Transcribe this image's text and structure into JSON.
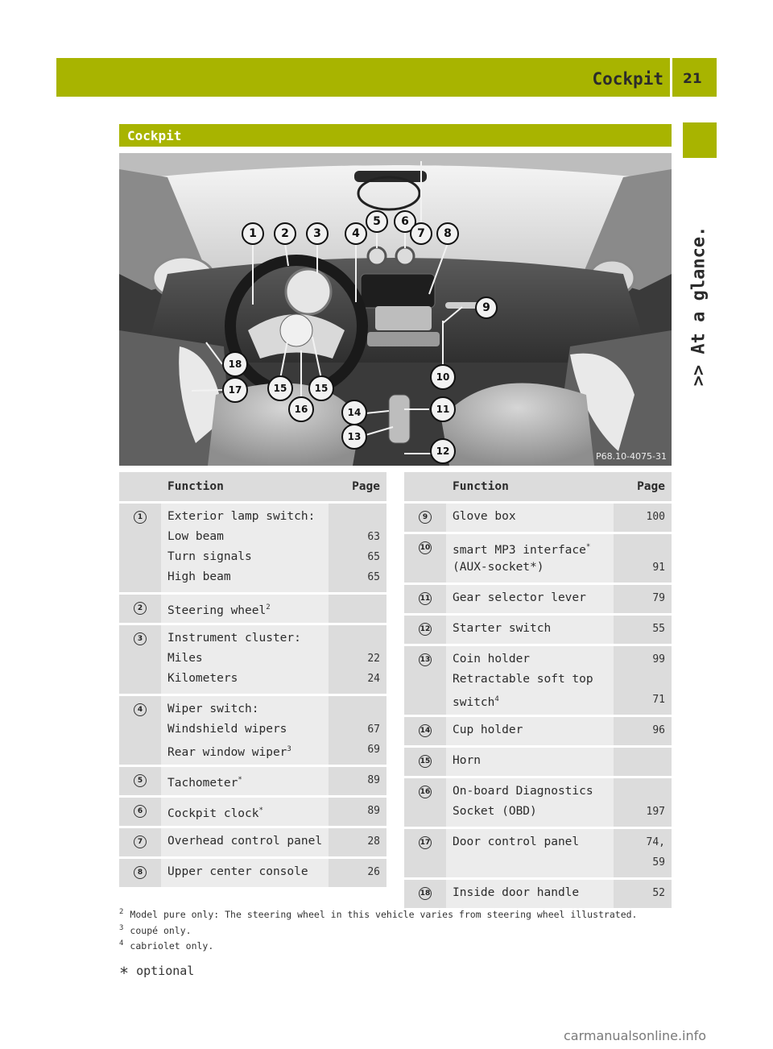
{
  "header": {
    "title": "Cockpit",
    "page_number": "21",
    "side_label": ">> At a glance."
  },
  "section_title": "Cockpit",
  "photo": {
    "code": "P68.10-4075-31",
    "callouts": [
      "1",
      "2",
      "3",
      "4",
      "5",
      "6",
      "7",
      "8",
      "9",
      "10",
      "11",
      "12",
      "13",
      "14",
      "15",
      "15",
      "16",
      "17",
      "18"
    ]
  },
  "table_headers": {
    "function": "Function",
    "page": "Page"
  },
  "left_rows": [
    {
      "num": "1",
      "lines": [
        {
          "t": "Exterior lamp switch:",
          "p": ""
        },
        {
          "t": "Low beam",
          "p": "63"
        },
        {
          "t": "Turn signals",
          "p": "65"
        },
        {
          "t": "High beam",
          "p": "65"
        }
      ]
    },
    {
      "num": "2",
      "lines": [
        {
          "t": "Steering wheel",
          "sup": "2",
          "p": ""
        }
      ]
    },
    {
      "num": "3",
      "lines": [
        {
          "t": "Instrument cluster:",
          "p": ""
        },
        {
          "t": "Miles",
          "p": "22"
        },
        {
          "t": "Kilometers",
          "p": "24"
        }
      ]
    },
    {
      "num": "4",
      "lines": [
        {
          "t": "Wiper switch:",
          "p": ""
        },
        {
          "t": "Windshield wipers",
          "p": "67"
        },
        {
          "t": "Rear window wiper",
          "sup": "3",
          "p": "69"
        }
      ]
    },
    {
      "num": "5",
      "lines": [
        {
          "t": "Tachometer",
          "sup": "*",
          "p": "89"
        }
      ]
    },
    {
      "num": "6",
      "lines": [
        {
          "t": "Cockpit clock",
          "sup": "*",
          "p": "89"
        }
      ]
    },
    {
      "num": "7",
      "lines": [
        {
          "t": "Overhead control panel",
          "p": "28"
        }
      ]
    },
    {
      "num": "8",
      "lines": [
        {
          "t": "Upper center console",
          "p": "26"
        }
      ]
    }
  ],
  "right_rows": [
    {
      "num": "9",
      "lines": [
        {
          "t": "Glove box",
          "p": "100"
        }
      ]
    },
    {
      "num": "10",
      "lines": [
        {
          "t": "smart MP3 interface",
          "sup": "*",
          "p": ""
        },
        {
          "t": "(AUX-socket*)",
          "p": "91"
        }
      ]
    },
    {
      "num": "11",
      "lines": [
        {
          "t": "Gear selector lever",
          "p": "79"
        }
      ]
    },
    {
      "num": "12",
      "lines": [
        {
          "t": "Starter switch",
          "p": "55"
        }
      ]
    },
    {
      "num": "13",
      "lines": [
        {
          "t": "Coin holder",
          "p": "99"
        },
        {
          "t": "Retractable soft top",
          "p": ""
        },
        {
          "t": "switch",
          "sup": "4",
          "p": "71"
        }
      ]
    },
    {
      "num": "14",
      "lines": [
        {
          "t": "Cup holder",
          "p": "96"
        }
      ]
    },
    {
      "num": "15",
      "lines": [
        {
          "t": "Horn",
          "p": ""
        }
      ]
    },
    {
      "num": "16",
      "lines": [
        {
          "t": "On-board Diagnostics",
          "p": ""
        },
        {
          "t": "Socket (OBD)",
          "p": "197"
        }
      ]
    },
    {
      "num": "17",
      "lines": [
        {
          "t": "Door control panel",
          "p": "74,"
        },
        {
          "t": "",
          "p": "59"
        }
      ]
    },
    {
      "num": "18",
      "lines": [
        {
          "t": "Inside door handle",
          "p": "52"
        }
      ]
    }
  ],
  "footnotes": [
    {
      "mark": "2",
      "text": "Model pure only: The steering wheel in this vehicle varies from steering wheel illustrated."
    },
    {
      "mark": "3",
      "text": "coupé only."
    },
    {
      "mark": "4",
      "text": "cabriolet only."
    }
  ],
  "optional_note": {
    "mark": "*",
    "text": "optional"
  },
  "watermark": "carmanualsonline.info",
  "colors": {
    "accent": "#a8b400",
    "table_dark": "#dcdcdc",
    "table_light": "#ececec"
  }
}
